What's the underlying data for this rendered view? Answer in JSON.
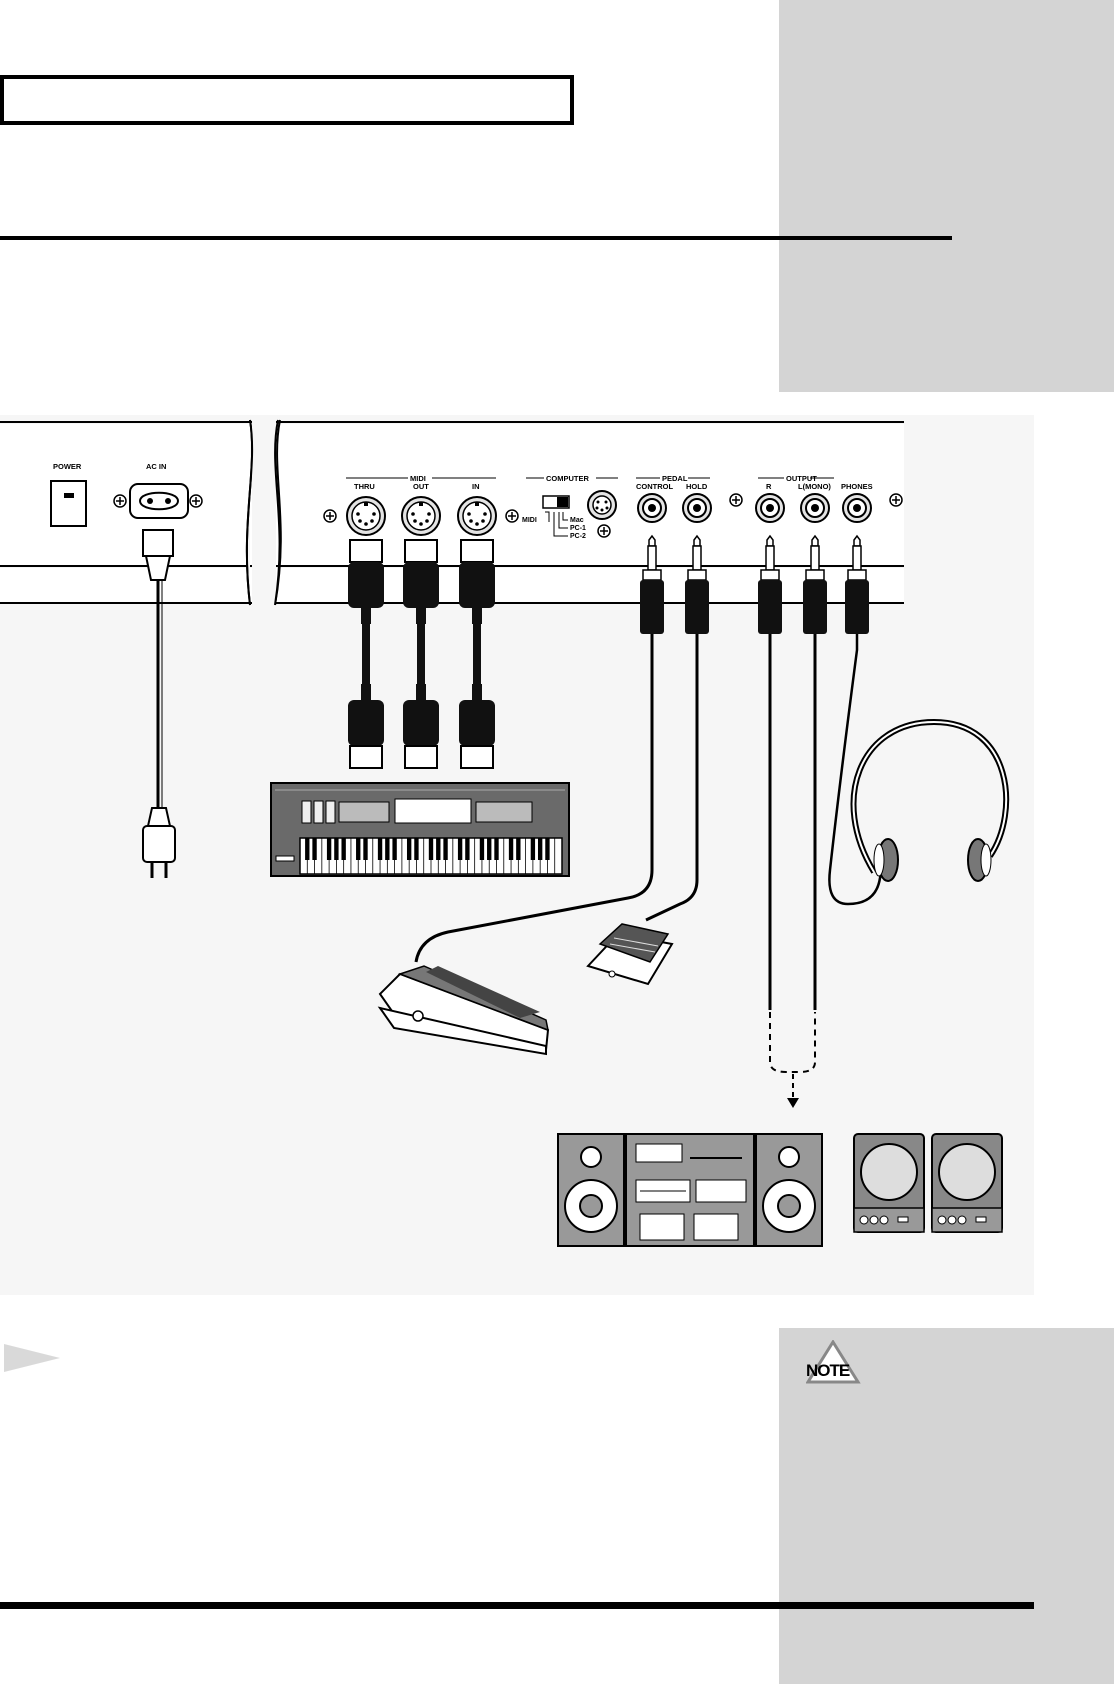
{
  "header": {
    "title_box_text": ""
  },
  "panel": {
    "power": "POWER",
    "ac_in": "AC IN",
    "midi": "MIDI",
    "thru": "THRU",
    "out": "OUT",
    "in": "IN",
    "computer": "COMPUTER",
    "switch_midi": "MIDI",
    "switch_mac": "Mac",
    "switch_pc1": "PC-1",
    "switch_pc2": "PC-2",
    "pedal": "PEDAL",
    "control": "CONTROL",
    "hold": "HOLD",
    "output": "OUTPUT",
    "r": "R",
    "l_mono": "L(MONO)",
    "phones": "PHONES"
  },
  "note": {
    "icon_text": "NOTE"
  },
  "icons": [
    "section-arrow-icon",
    "note-icon",
    "screw-icon",
    "headphones-icon",
    "stereo-system-icon",
    "speaker-icon",
    "expression-pedal-icon",
    "hold-pedal-icon",
    "midi-keyboard-icon",
    "power-plug-icon"
  ]
}
